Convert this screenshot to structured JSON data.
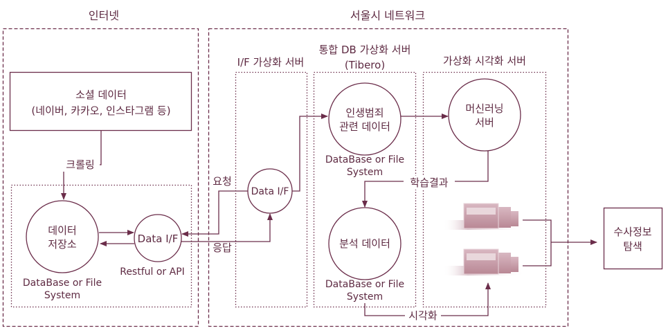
{
  "colors": {
    "line": "#6b2d4a",
    "text": "#5e2a42",
    "dashboard": "#c9a0ad"
  },
  "zones": {
    "internet": "인터넷",
    "seoul": "서울시 네트워크"
  },
  "social": {
    "line1": "소셜 데이터",
    "line2": "(네이버, 카카오, 인스타그램 등)"
  },
  "crawling": "크롤링",
  "storage": {
    "line1": "데이터",
    "line2": "저장소",
    "db1": "DataBase or File",
    "db2": "System"
  },
  "data_if_left": {
    "label": "Data I/F",
    "sub": "Restful or API"
  },
  "request": "요청",
  "response": "응답",
  "if_server": {
    "title": "I/F 가상화 서버",
    "circle": "Data I/F"
  },
  "db_server": {
    "title1": "통합 DB 가상화 서버",
    "title2": "(Tibero)",
    "crime": {
      "line1": "인생범죄",
      "line2": "관련 데이터",
      "db1": "DataBase or File",
      "db2": "System"
    },
    "analysis": {
      "line1": "분석 데이터",
      "db1": "DataBase or File",
      "db2": "System"
    }
  },
  "vis_server": {
    "title": "가상화 시각화 서버",
    "ml": {
      "line1": "머신러닝",
      "line2": "서버"
    }
  },
  "learning_result": "학습결과",
  "visualization": "시각화",
  "investigation": {
    "line1": "수사정보",
    "line2": "탐색"
  }
}
